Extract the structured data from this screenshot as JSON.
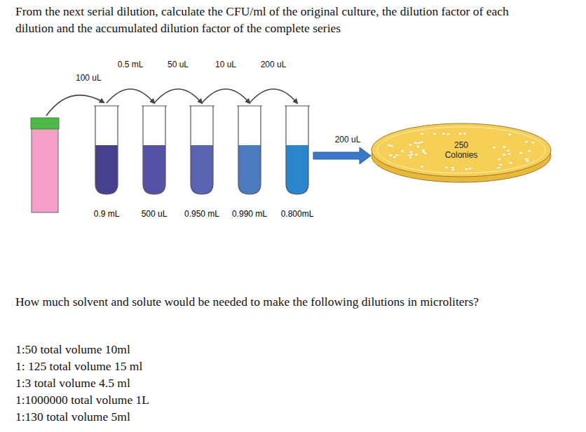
{
  "diagram": {
    "nodes": [
      {
        "text": [
          "0.9 mL"
        ]
      },
      {
        "text": [
          "500 uL"
        ]
      },
      {
        "text": [
          "0.950 mL"
        ]
      },
      {
        "text": [
          "0.990 mL"
        ]
      },
      {
        "text": [
          "0.800mL"
        ]
      },
      {
        "text": [
          "250 Colonies"
        ]
      }
    ],
    "edges": [
      {
        "from": 0,
        "to": 1,
        "arrow": "to",
        "label": "0.5 mL"
      },
      {
        "from": 1,
        "to": 2,
        "arrow": "to",
        "label": "50 uL"
      },
      {
        "from": 2,
        "to": 3,
        "arrow": "to",
        "label": "10 uL"
      },
      {
        "from": 3,
        "to": 4,
        "arrow": "to",
        "label": "200 uL"
      },
      {
        "from": 4,
        "to": 5,
        "arrow": "to",
        "label": "200 uL"
      }
    ],
    "labels": [
      "From the next serial dilution, calculate the CFU/ml of the original culture, the dilution factor of each dilution and the accumulated dilution factor of the complete series",
      "100 uL",
      "How much solvent and solute would be needed to make the following dilutions in microliters?",
      "1:50 total volume 10ml",
      "1: 125 total volume 15 ml",
      "1:3 total volume 4.5 ml",
      "1:1000000 total volume 1L",
      "1:130 total volume 5ml"
    ]
  }
}
